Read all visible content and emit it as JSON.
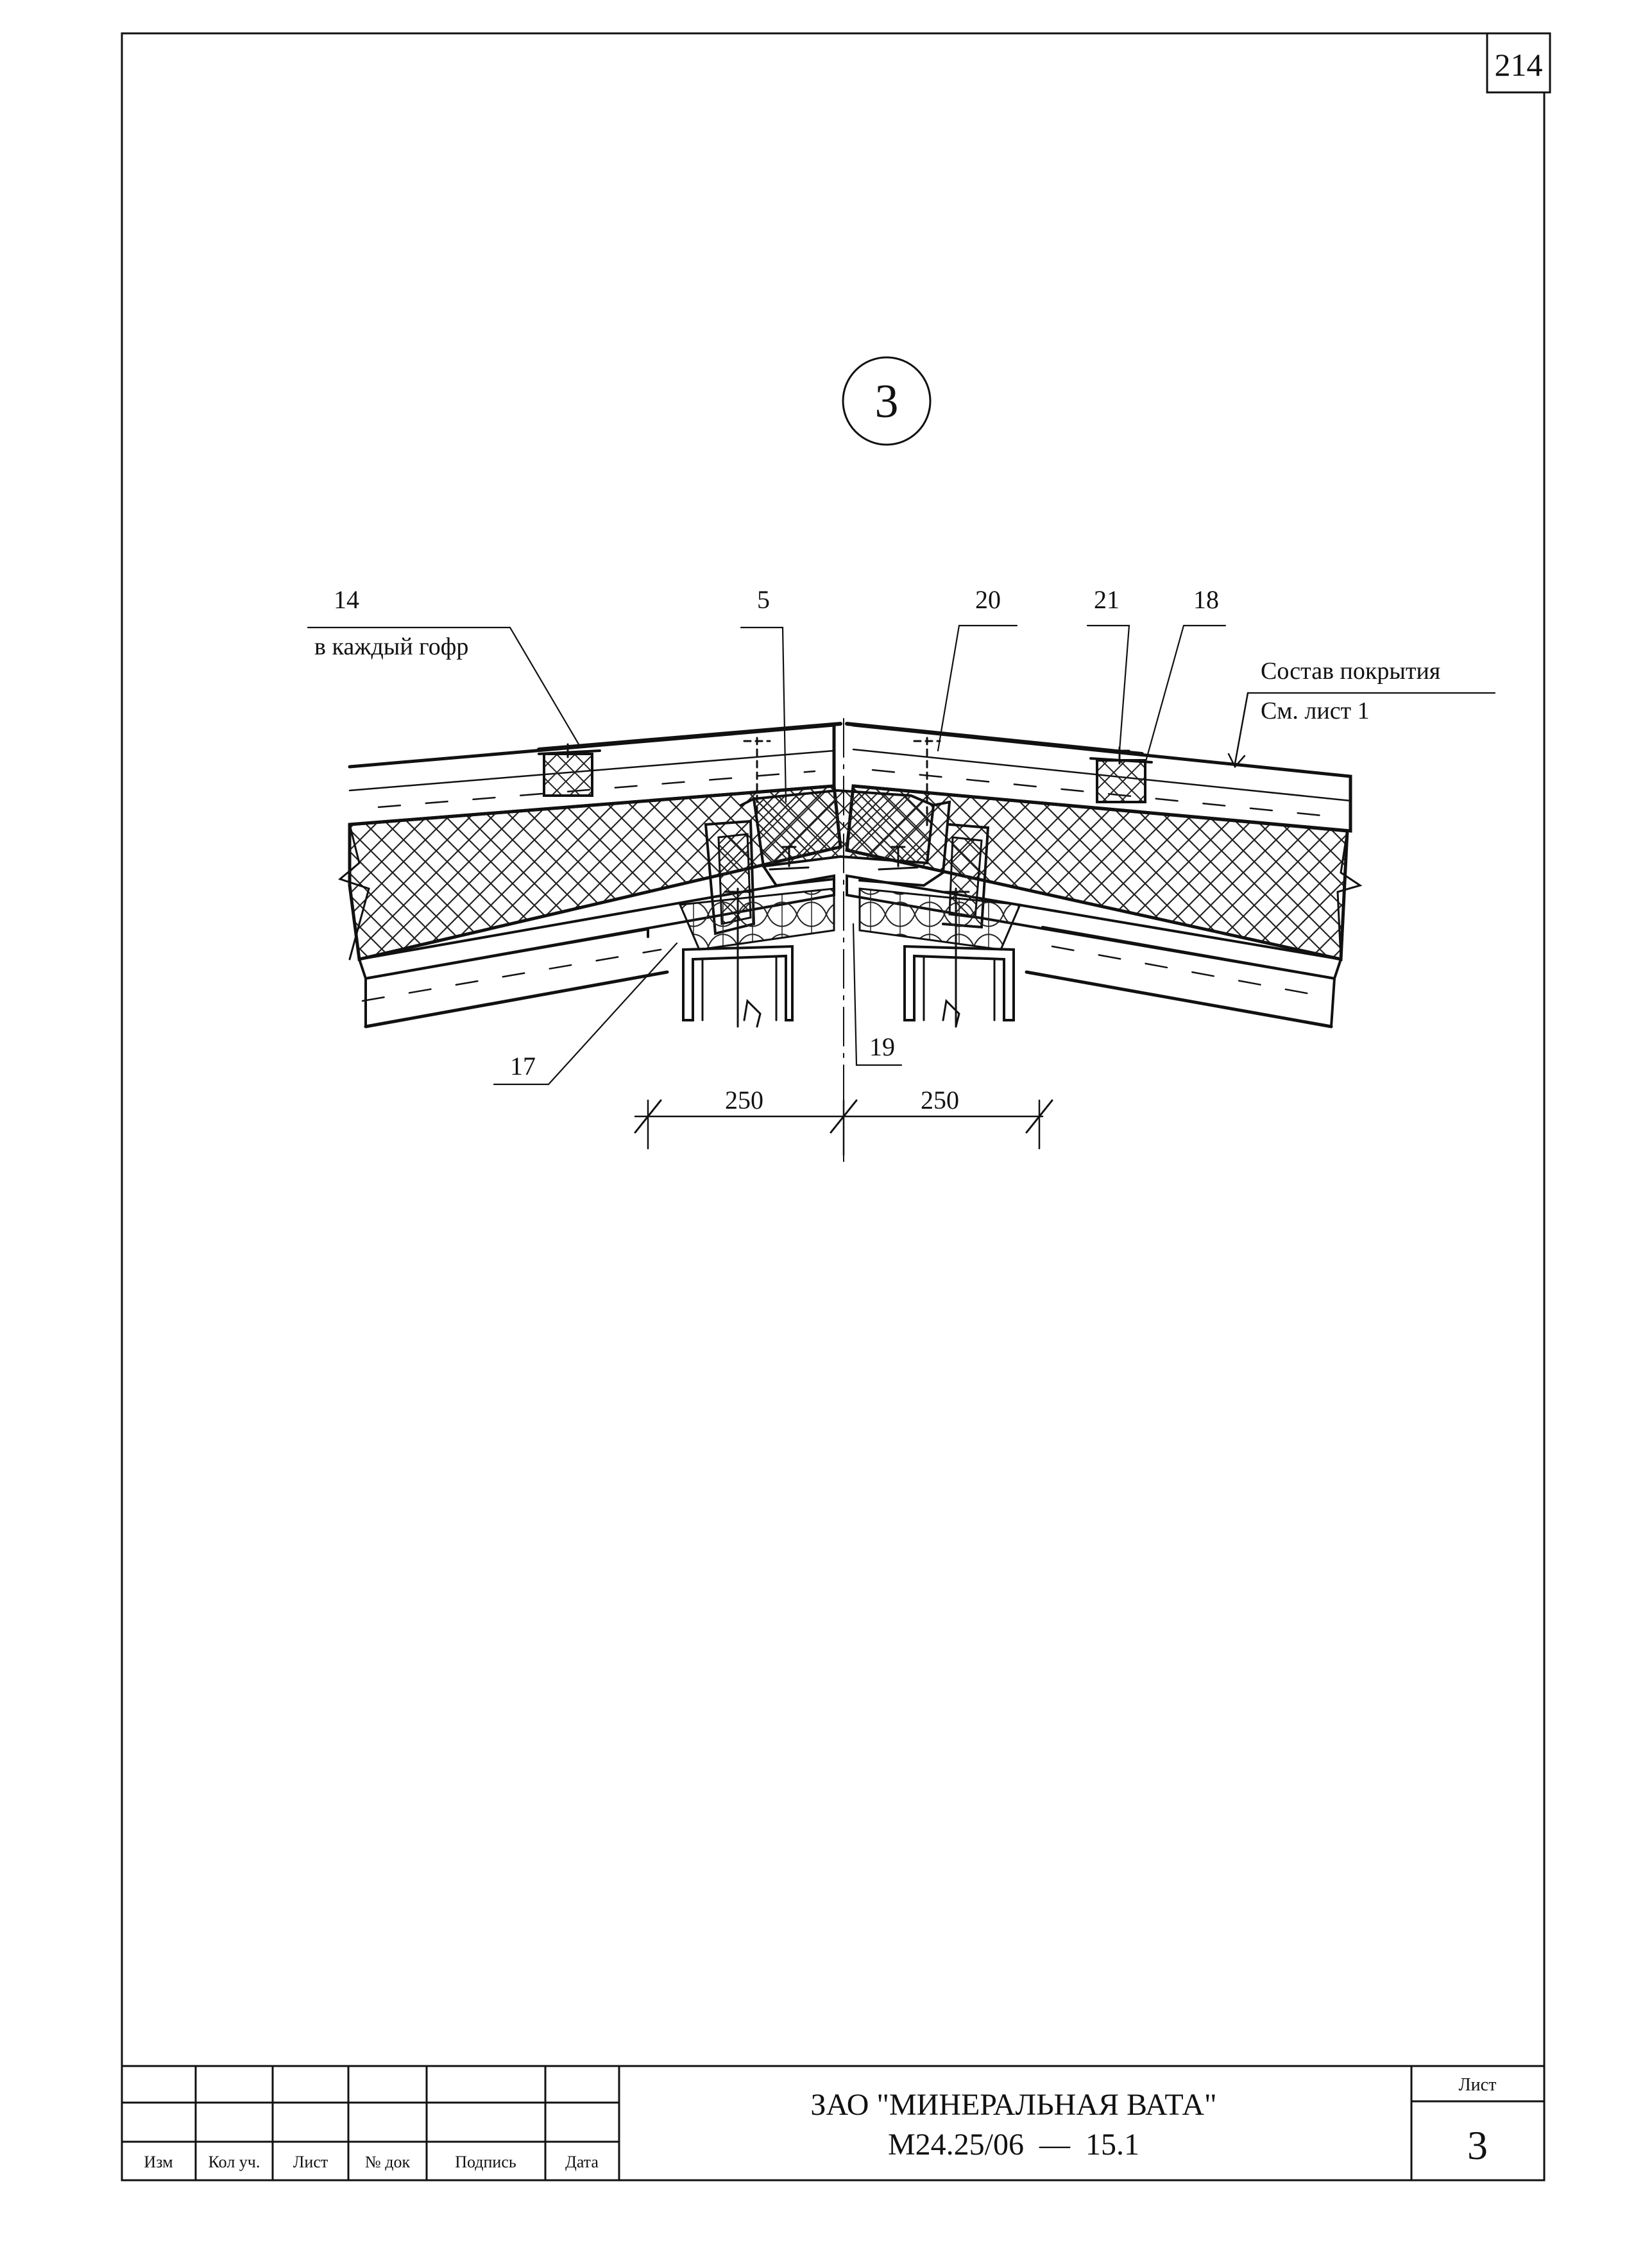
{
  "sheet": {
    "page_number": "214"
  },
  "drawing": {
    "detail_number": "3",
    "callouts": {
      "c14": "14",
      "c14_note": "в каждый гофр",
      "c5": "5",
      "c20": "20",
      "c21": "21",
      "c18": "18",
      "c17": "17",
      "c19": "19",
      "roof_note_1": "Состав покрытия",
      "roof_note_2": "См. лист 1"
    },
    "dimensions": {
      "left": "250",
      "right": "250"
    }
  },
  "title_block": {
    "headers": {
      "izm": "Изм",
      "kol_uch": "Кол уч.",
      "list": "Лист",
      "doc_no": "№ док",
      "signature": "Подпись",
      "date": "Дата"
    },
    "company": "ЗАО \"МИНЕРАЛЬНАЯ ВАТА\"",
    "doc_code": "М24.25/06  —  15.1",
    "sheet_label": "Лист",
    "sheet_number": "3"
  }
}
